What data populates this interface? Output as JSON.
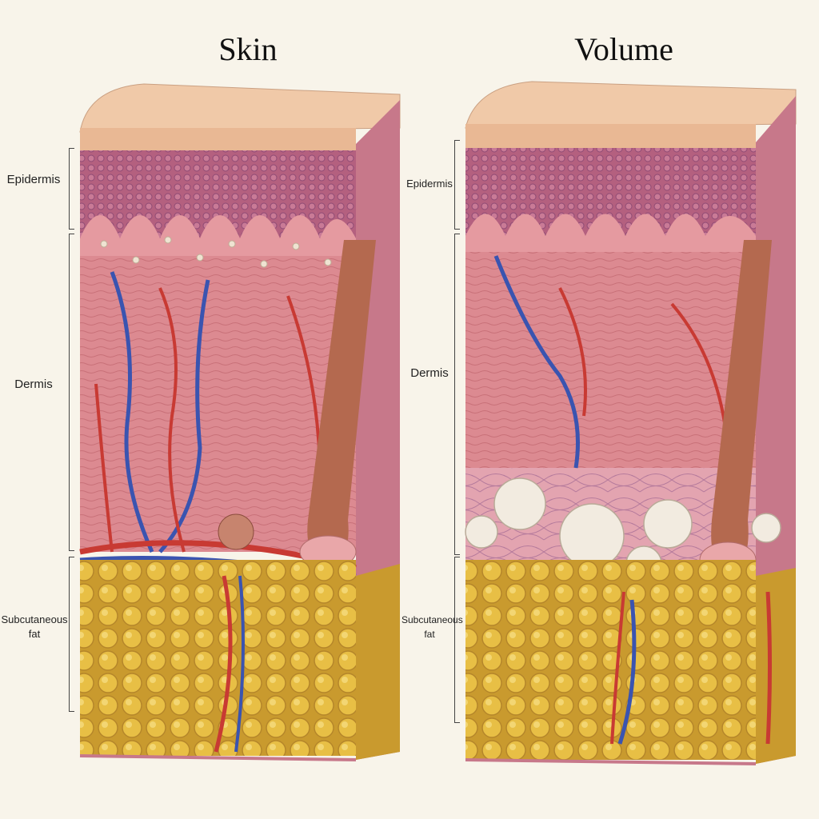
{
  "titles": {
    "left": "Skin",
    "right": "Volume"
  },
  "labels": {
    "left": {
      "epidermis": "Epidermis",
      "dermis": "Dermis",
      "subcutaneous": "Subcutaneous fat"
    },
    "right": {
      "epidermis": "Epidermis",
      "dermis": "Dermis",
      "subcutaneous": "Subcutaneous fat"
    }
  },
  "colors": {
    "background": "#f8f4ea",
    "surface": "#f0c9a8",
    "epidermis": "#c9708c",
    "epidermis_deep": "#8c4e8a",
    "dermis": "#dd8d93",
    "fat": "#e0b43c",
    "artery": "#c83a33",
    "vein": "#3a54b0",
    "volume_sphere": "#f2ebe0"
  }
}
